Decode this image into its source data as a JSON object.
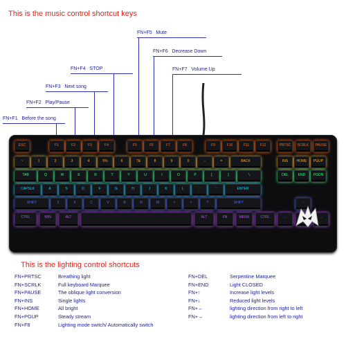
{
  "music_section": {
    "heading": "This is the music control shortcut keys",
    "callouts": [
      {
        "keys": "FN+F5",
        "action": "Mute"
      },
      {
        "keys": "FN+F6",
        "action": "Decrease Down"
      },
      {
        "keys": "FN+F7",
        "action": "Volume Up"
      },
      {
        "keys": "FN+F4",
        "action": "STOP"
      },
      {
        "keys": "FN+F3",
        "action": "Next song"
      },
      {
        "keys": "FN+F2",
        "action": "Play/Pause"
      },
      {
        "keys": "FN+F1",
        "action": "Before the song"
      }
    ]
  },
  "keyboard": {
    "fn_row": [
      "ESC",
      "F1",
      "F2",
      "F3",
      "F4",
      "F5",
      "F6",
      "F7",
      "F8",
      "F9",
      "F10",
      "F11",
      "F12",
      "PRTSC",
      "SCRLK",
      "PAUSE"
    ],
    "num_row": [
      "~",
      "1",
      "2",
      "3",
      "4",
      "5%",
      "6",
      "7&",
      "8",
      "9",
      "0",
      "-",
      "=",
      "BACK",
      "INS",
      "HOME",
      "PGUP"
    ],
    "tab_row": [
      "TAB",
      "Q",
      "W",
      "E",
      "R",
      "T",
      "Y",
      "U",
      "I",
      "O",
      "P",
      "[",
      "]",
      "\\",
      "DEL",
      "END",
      "PGDN"
    ],
    "caps_row": [
      "CAPSLK",
      "A",
      "S",
      "D",
      "F",
      "G",
      "H",
      "J",
      "K",
      "L",
      ";",
      "'",
      "ENTER"
    ],
    "shift_row": [
      "SHIFT",
      "Z",
      "X",
      "C",
      "V",
      "B",
      "N",
      "M",
      "<",
      ">",
      "?",
      "SHIFT",
      "↑"
    ],
    "bottom_row": [
      "CTRL",
      "WIN",
      "ALT",
      "",
      "ALT",
      "FN",
      "MENU",
      "CTRL",
      "←",
      "↓",
      "→"
    ],
    "glow_colors": [
      "#ff6a1a",
      "#ffb21a",
      "#ffe61a",
      "#38ff7a",
      "#1ad4ff",
      "#5a6bff",
      "#c04dff",
      "#ff3ad1"
    ]
  },
  "lighting_section": {
    "heading": "This is the lighting control shortcuts",
    "left": [
      {
        "keys": "FN+PRTSC",
        "action": "Breathing light"
      },
      {
        "keys": "FN+SCRLK",
        "action": "Full keyboard Marquee"
      },
      {
        "keys": "FN+PAUSE",
        "action": "The oblique light conversion"
      },
      {
        "keys": "FN+INS",
        "action": "Single lights"
      },
      {
        "keys": "FN+HOME",
        "action": "All bright"
      },
      {
        "keys": "FN+PGUP",
        "action": "Steady stream"
      },
      {
        "keys": "FN+F8",
        "action": "Lighting mode switch/ Automatically switch"
      }
    ],
    "right": [
      {
        "keys": "FN+DEL",
        "action": "Serpentine Marquee"
      },
      {
        "keys": "FN+END",
        "action": "Light CLOSED"
      },
      {
        "keys": "FN+↑",
        "action": "Increase light levels"
      },
      {
        "keys": "FN+↓",
        "action": "Reduced light levels"
      },
      {
        "keys": "FN+←",
        "action": "lighting direction from right to left"
      },
      {
        "keys": "FN+→",
        "action": "lighting direction from left to right"
      }
    ]
  }
}
